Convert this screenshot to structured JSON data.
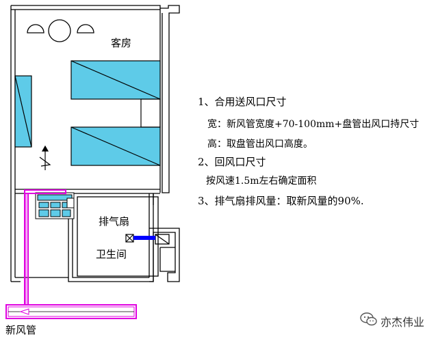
{
  "diagram": {
    "labels": {
      "guest_room": "客房",
      "exhaust_fan": "排气扇",
      "bathroom": "卫生间",
      "fresh_air_duct": "新风管"
    },
    "notes": [
      "1、合用送风口尺寸",
      "宽：新风管宽度+70-100mm+盘管出风口持尺寸",
      "高：取盘管出风口高度。",
      "2、回风口尺寸",
      "按风速1.5m左右确定面积",
      "3、排气扇排风量：取新风量的90%."
    ],
    "watermark": "亦杰伟业",
    "colors": {
      "wall": "#000000",
      "furniture_fill": "#5ecbe8",
      "duct": "#e000e0",
      "exhaust_pipe": "#0000ff",
      "background": "#ffffff"
    }
  }
}
